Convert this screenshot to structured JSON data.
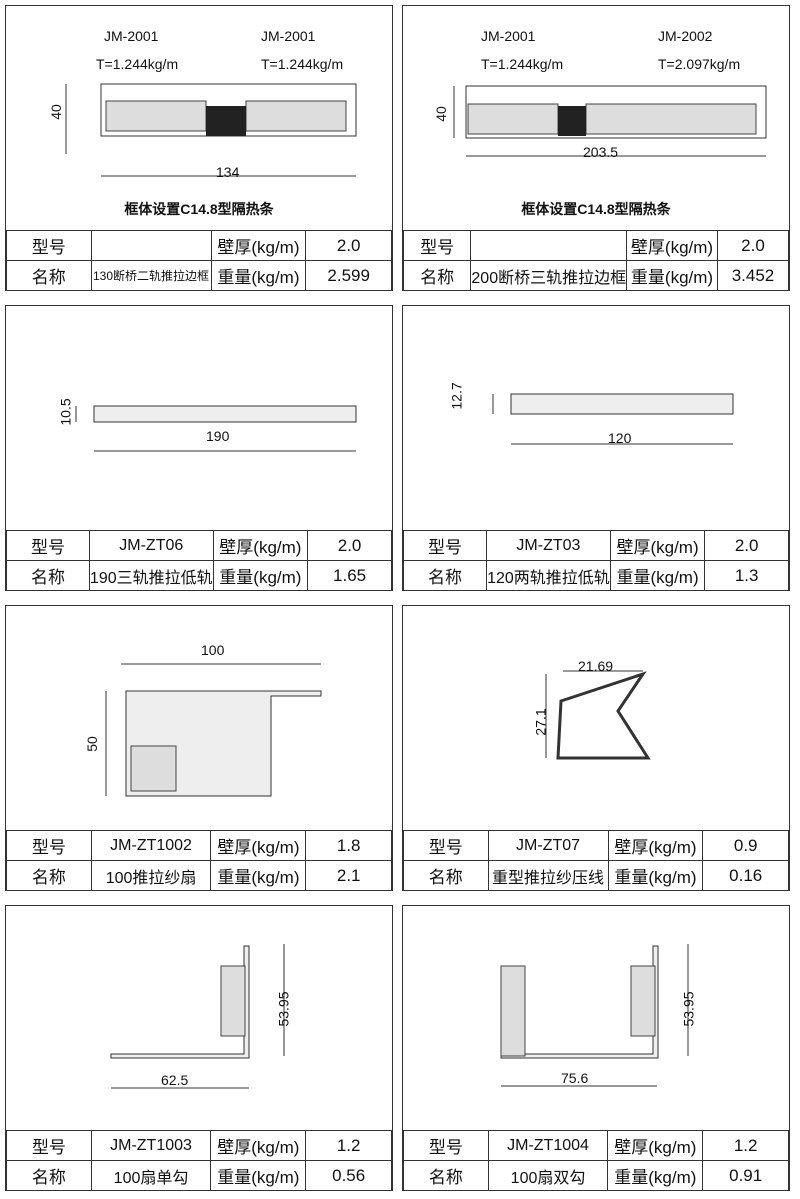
{
  "panels": [
    {
      "labels": [
        "JM-2001",
        "T=1.244kg/m",
        "JM-2001",
        "T=1.244kg/m"
      ],
      "dims": [
        "40",
        "134"
      ],
      "caption": "框体设置C14.8型隔热条",
      "model_label": "型号",
      "model": "",
      "thick_label": "壁厚(kg/m)",
      "thick": "2.0",
      "name_label": "名称",
      "name": "130断桥二轨推拉边框",
      "weight_label": "重量(kg/m)",
      "weight": "2.599"
    },
    {
      "labels": [
        "JM-2001",
        "T=1.244kg/m",
        "JM-2002",
        "T=2.097kg/m"
      ],
      "dims": [
        "40",
        "203.5"
      ],
      "caption": "框体设置C14.8型隔热条",
      "model_label": "型号",
      "model": "",
      "thick_label": "壁厚(kg/m)",
      "thick": "2.0",
      "name_label": "名称",
      "name": "200断桥三轨推拉边框",
      "weight_label": "重量(kg/m)",
      "weight": "3.452"
    },
    {
      "labels": [],
      "dims": [
        "10.5",
        "190"
      ],
      "caption": "",
      "model_label": "型号",
      "model": "JM-ZT06",
      "thick_label": "壁厚(kg/m)",
      "thick": "2.0",
      "name_label": "名称",
      "name": "190三轨推拉低轨",
      "weight_label": "重量(kg/m)",
      "weight": "1.65"
    },
    {
      "labels": [],
      "dims": [
        "12.7",
        "120"
      ],
      "caption": "",
      "model_label": "型号",
      "model": "JM-ZT03",
      "thick_label": "壁厚(kg/m)",
      "thick": "2.0",
      "name_label": "名称",
      "name": "120两轨推拉低轨",
      "weight_label": "重量(kg/m)",
      "weight": "1.3"
    },
    {
      "labels": [],
      "dims": [
        "50",
        "100"
      ],
      "caption": "",
      "model_label": "型号",
      "model": "JM-ZT1002",
      "thick_label": "壁厚(kg/m)",
      "thick": "1.8",
      "name_label": "名称",
      "name": "100推拉纱扇",
      "weight_label": "重量(kg/m)",
      "weight": "2.1"
    },
    {
      "labels": [],
      "dims": [
        "27.1",
        "21.69"
      ],
      "caption": "",
      "model_label": "型号",
      "model": "JM-ZT07",
      "thick_label": "壁厚(kg/m)",
      "thick": "0.9",
      "name_label": "名称",
      "name": "重型推拉纱压线",
      "weight_label": "重量(kg/m)",
      "weight": "0.16"
    },
    {
      "labels": [],
      "dims": [
        "53.95",
        "62.5"
      ],
      "caption": "",
      "model_label": "型号",
      "model": "JM-ZT1003",
      "thick_label": "壁厚(kg/m)",
      "thick": "1.2",
      "name_label": "名称",
      "name": "100扇单勾",
      "weight_label": "重量(kg/m)",
      "weight": "0.56"
    },
    {
      "labels": [],
      "dims": [
        "53.95",
        "75.6"
      ],
      "caption": "",
      "model_label": "型号",
      "model": "JM-ZT1004",
      "thick_label": "壁厚(kg/m)",
      "thick": "1.2",
      "name_label": "名称",
      "name": "100扇双勾",
      "weight_label": "重量(kg/m)",
      "weight": "0.91"
    }
  ]
}
